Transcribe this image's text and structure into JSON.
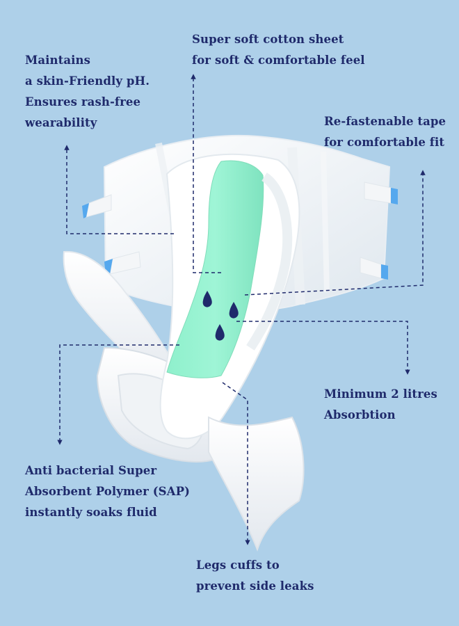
{
  "colors": {
    "background": "#aed0e9",
    "text": "#1f2a6b",
    "absorbent_core": "#8ff0cc",
    "tape_tab": "#55a8ee",
    "drop": "#1f2a6b"
  },
  "callouts": {
    "cotton_sheet": {
      "lines": [
        "Super soft cotton sheet",
        "for soft & comfortable feel"
      ]
    },
    "skin_ph": {
      "lines": [
        "Maintains",
        "a skin-Friendly pH.",
        "Ensures rash-free",
        "wearability"
      ]
    },
    "tape": {
      "lines": [
        "Re-fastenable tape",
        "for comfortable fit"
      ]
    },
    "absorption": {
      "lines": [
        "Minimum 2 litres",
        "Absorbtion"
      ]
    },
    "sap": {
      "lines": [
        "Anti bacterial Super",
        "Absorbent Polymer (SAP)",
        "instantly soaks fluid"
      ]
    },
    "leg_cuffs": {
      "lines": [
        "Legs cuffs to",
        "prevent side leaks"
      ]
    }
  }
}
